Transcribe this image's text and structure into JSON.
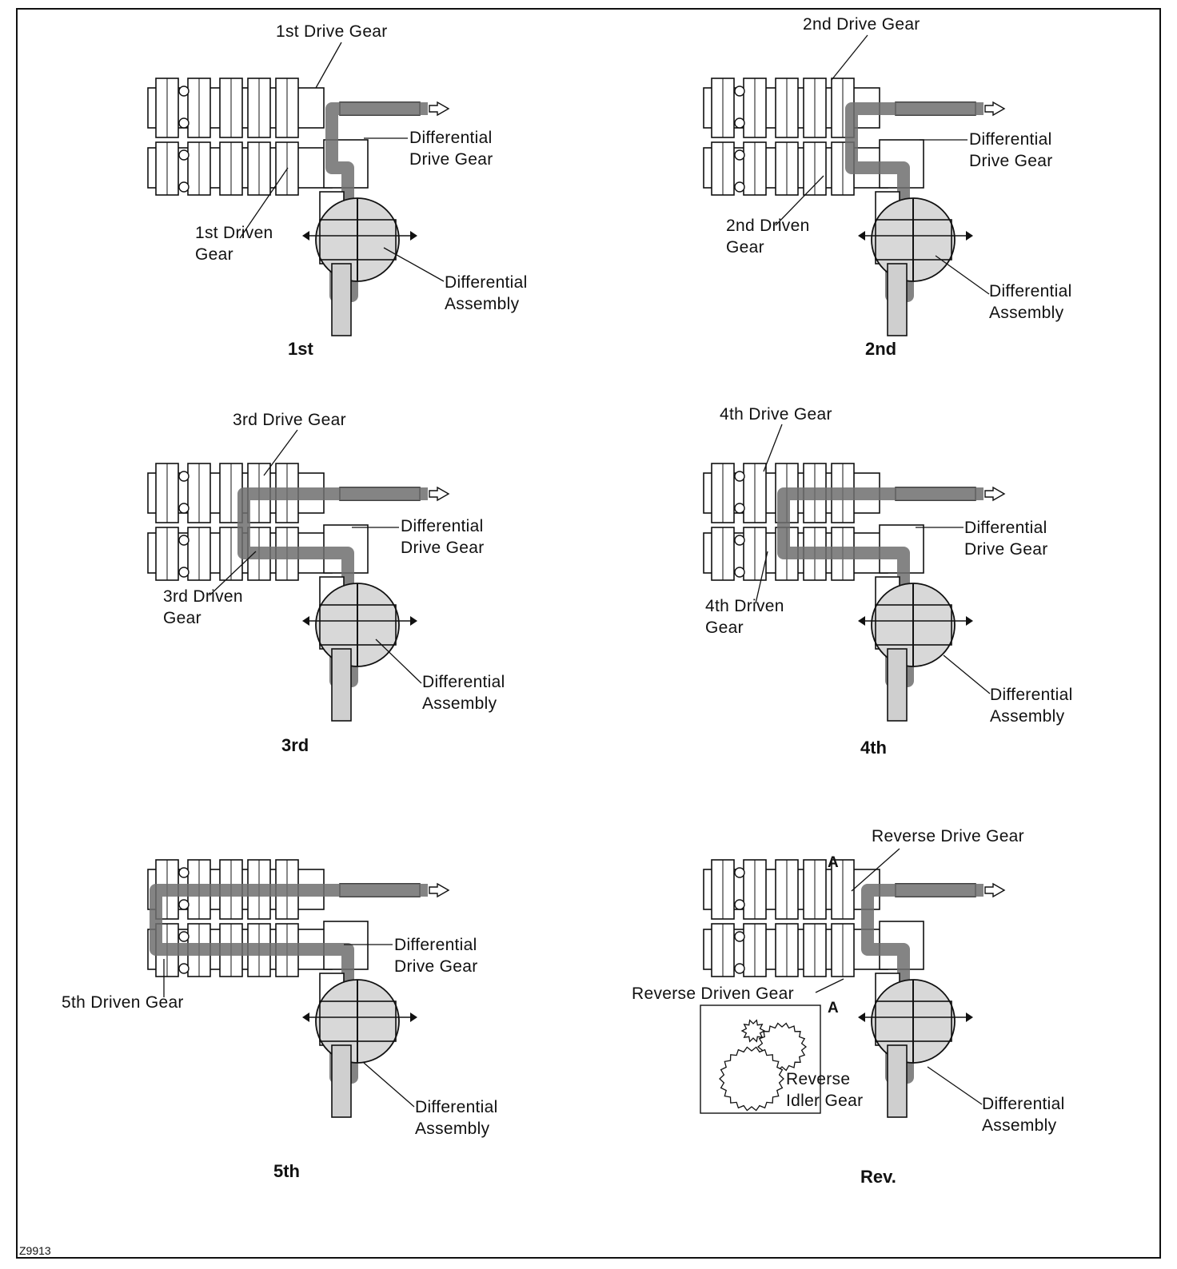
{
  "figure_id": "Z9913",
  "panels": [
    {
      "caption": "1st",
      "labels": [
        "1st Drive Gear",
        "Differential\nDrive Gear",
        "1st Driven\nGear",
        "Differential\nAssembly"
      ]
    },
    {
      "caption": "2nd",
      "labels": [
        "2nd Drive Gear",
        "Differential\nDrive Gear",
        "2nd Driven\nGear",
        "Differential\nAssembly"
      ]
    },
    {
      "caption": "3rd",
      "labels": [
        "3rd Drive Gear",
        "Differential\nDrive Gear",
        "3rd Driven\nGear",
        "Differential\nAssembly"
      ]
    },
    {
      "caption": "4th",
      "labels": [
        "4th Drive Gear",
        "Differential\nDrive Gear",
        "4th Driven\nGear",
        "Differential\nAssembly"
      ]
    },
    {
      "caption": "5th",
      "labels": [
        "Differential\nDrive Gear",
        "5th Driven Gear",
        "Differential\nAssembly"
      ]
    },
    {
      "caption": "Rev.",
      "labels": [
        "Reverse Drive Gear",
        "Reverse Driven Gear",
        "Reverse\nIdler Gear",
        "Differential\nAssembly"
      ],
      "section_marker": "A"
    }
  ],
  "colors": {
    "ink": "#111111",
    "power_flow": "#6e6e6e",
    "paper": "#ffffff"
  }
}
